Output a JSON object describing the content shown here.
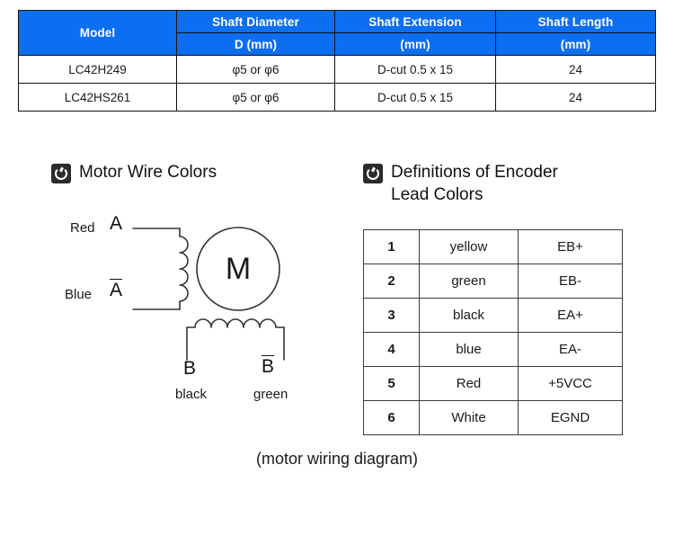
{
  "spec_table": {
    "headers_row1": [
      "Model",
      "Shaft Diameter",
      "Shaft Extension",
      "Shaft Length"
    ],
    "headers_row2": [
      "D (mm)",
      "(mm)",
      "(mm)"
    ],
    "rows": [
      {
        "model": "LC42H249",
        "diameter": "φ5 or φ6",
        "extension": "D-cut 0.5 x 15",
        "length": "24"
      },
      {
        "model": "LC42HS261",
        "diameter": "φ5 or φ6",
        "extension": "D-cut 0.5 x 15",
        "length": "24"
      }
    ],
    "header_bg": "#0c6ef2",
    "header_text_color": "#ffffff"
  },
  "motor_section": {
    "icon": "target-ring-icon",
    "title": "Motor Wire Colors",
    "diagram": {
      "motor_label": "M",
      "phase_a": {
        "top_wire_color": "Red",
        "top_terminal": "A",
        "bottom_wire_color": "Blue",
        "bottom_terminal": "A",
        "bottom_terminal_overbar": true
      },
      "phase_b": {
        "left_terminal": "B",
        "left_wire_color": "black",
        "right_terminal": "B",
        "right_terminal_overbar": true,
        "right_wire_color": "green"
      }
    }
  },
  "encoder_section": {
    "icon": "target-ring-icon",
    "title_line1": "Definitions of Encoder",
    "title_line2": "Lead Colors",
    "table": {
      "rows": [
        {
          "no": "1",
          "color": "yellow",
          "signal": "EB+"
        },
        {
          "no": "2",
          "color": "green",
          "signal": "EB-"
        },
        {
          "no": "3",
          "color": "black",
          "signal": "EA+"
        },
        {
          "no": "4",
          "color": "blue",
          "signal": "EA-"
        },
        {
          "no": "5",
          "color": "Red",
          "signal": "+5VCC"
        },
        {
          "no": "6",
          "color": "White",
          "signal": "EGND"
        }
      ]
    }
  },
  "caption": "(motor wiring diagram)"
}
